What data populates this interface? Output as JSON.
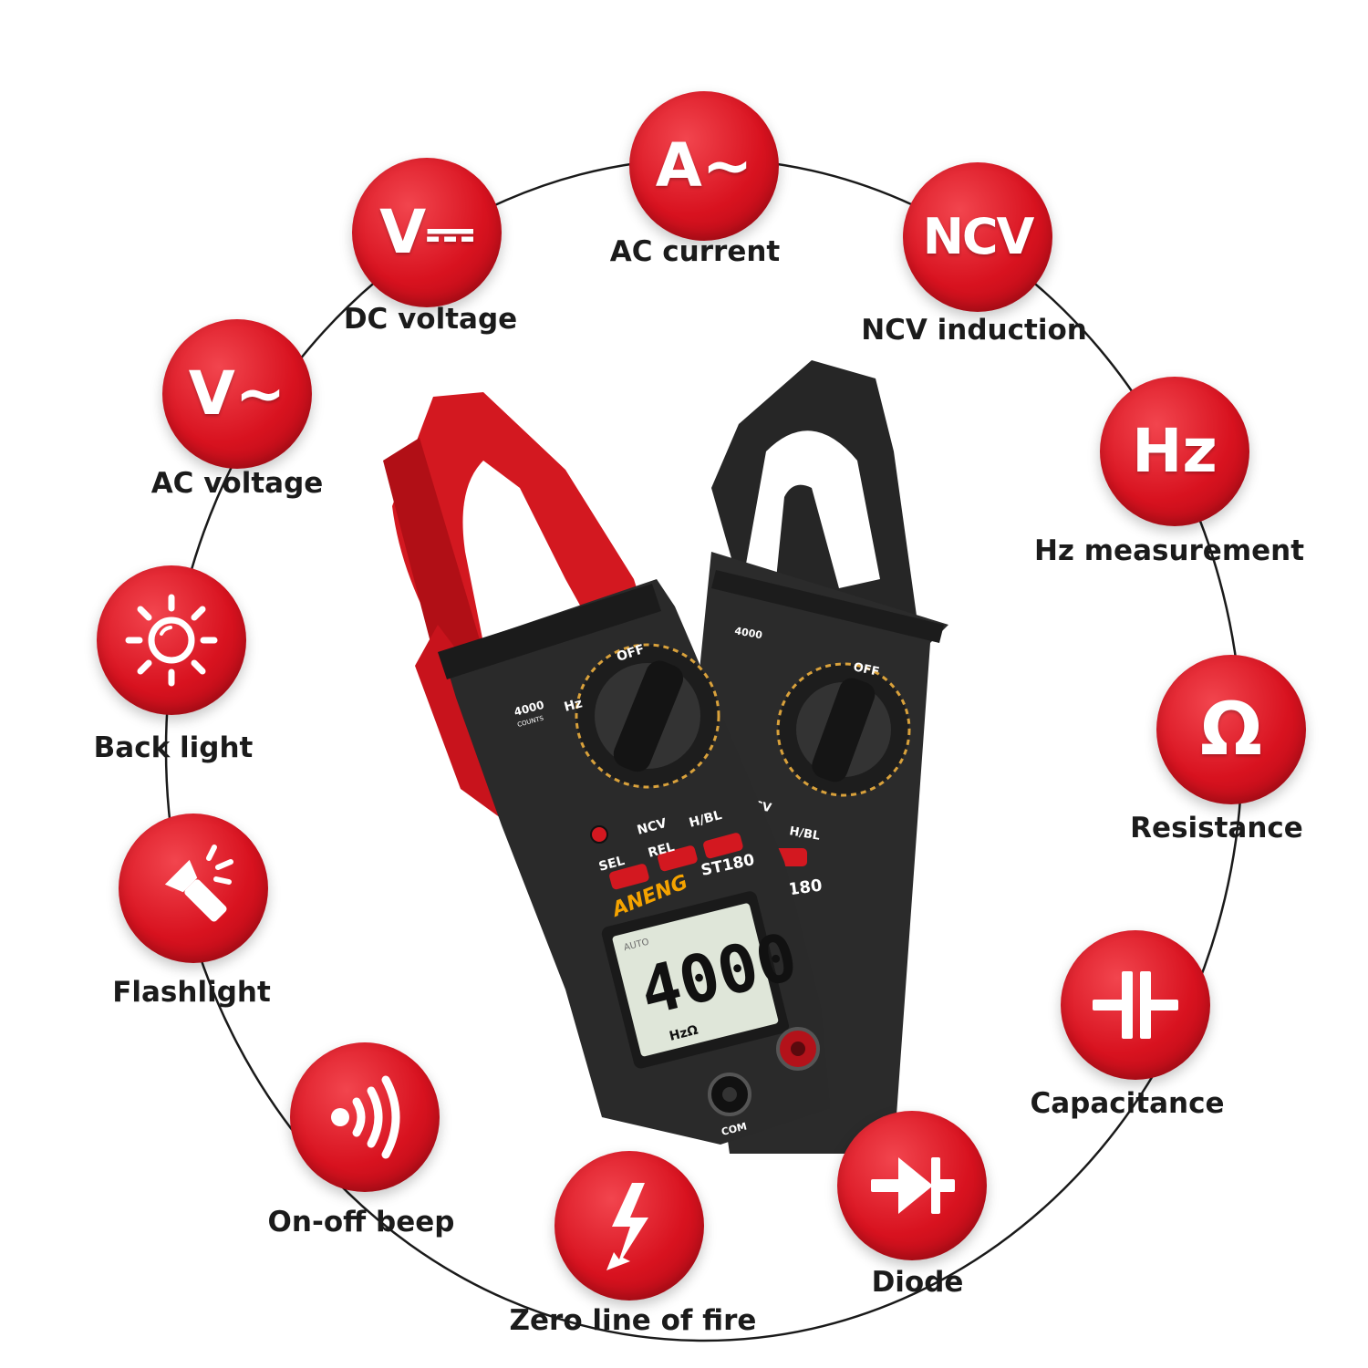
{
  "features": [
    {
      "id": "ac-current",
      "glyph": "A~",
      "label": "AC current"
    },
    {
      "id": "dc-voltage",
      "glyph": "V⎓",
      "label": "DC voltage"
    },
    {
      "id": "ncv",
      "glyph": "NCV",
      "label": "NCV induction"
    },
    {
      "id": "ac-voltage",
      "glyph": "V~",
      "label": "AC voltage"
    },
    {
      "id": "hz",
      "glyph": "Hz",
      "label": "Hz measurement"
    },
    {
      "id": "backlight",
      "label": "Back light"
    },
    {
      "id": "resistance",
      "glyph": "Ω",
      "label": "Resistance"
    },
    {
      "id": "flashlight",
      "label": "Flashlight"
    },
    {
      "id": "capacitance",
      "label": "Capacitance"
    },
    {
      "id": "beep",
      "label": "On-off beep"
    },
    {
      "id": "diode",
      "label": "Diode"
    },
    {
      "id": "zero-line",
      "label": "Zero line of fire"
    }
  ],
  "device": {
    "brand": "ANENG",
    "model": "ST180",
    "counts": "4000",
    "counts_unit": "COUNTS",
    "reading": "4000",
    "dial_off": "OFF",
    "dial_hz": "Hz",
    "dial_ncv": "NCV",
    "btn_rel": "REL",
    "btn_hbl": "H/BL",
    "btn_sel": "SEL",
    "jack_com": "COM",
    "lcd_auto": "AUTO",
    "lcd_units": "HzΩ"
  },
  "colors": {
    "badge_red": "#d8121f",
    "ring": "#1a1a1a",
    "meter_red": "#d31820",
    "meter_black": "#2a2a2a"
  }
}
